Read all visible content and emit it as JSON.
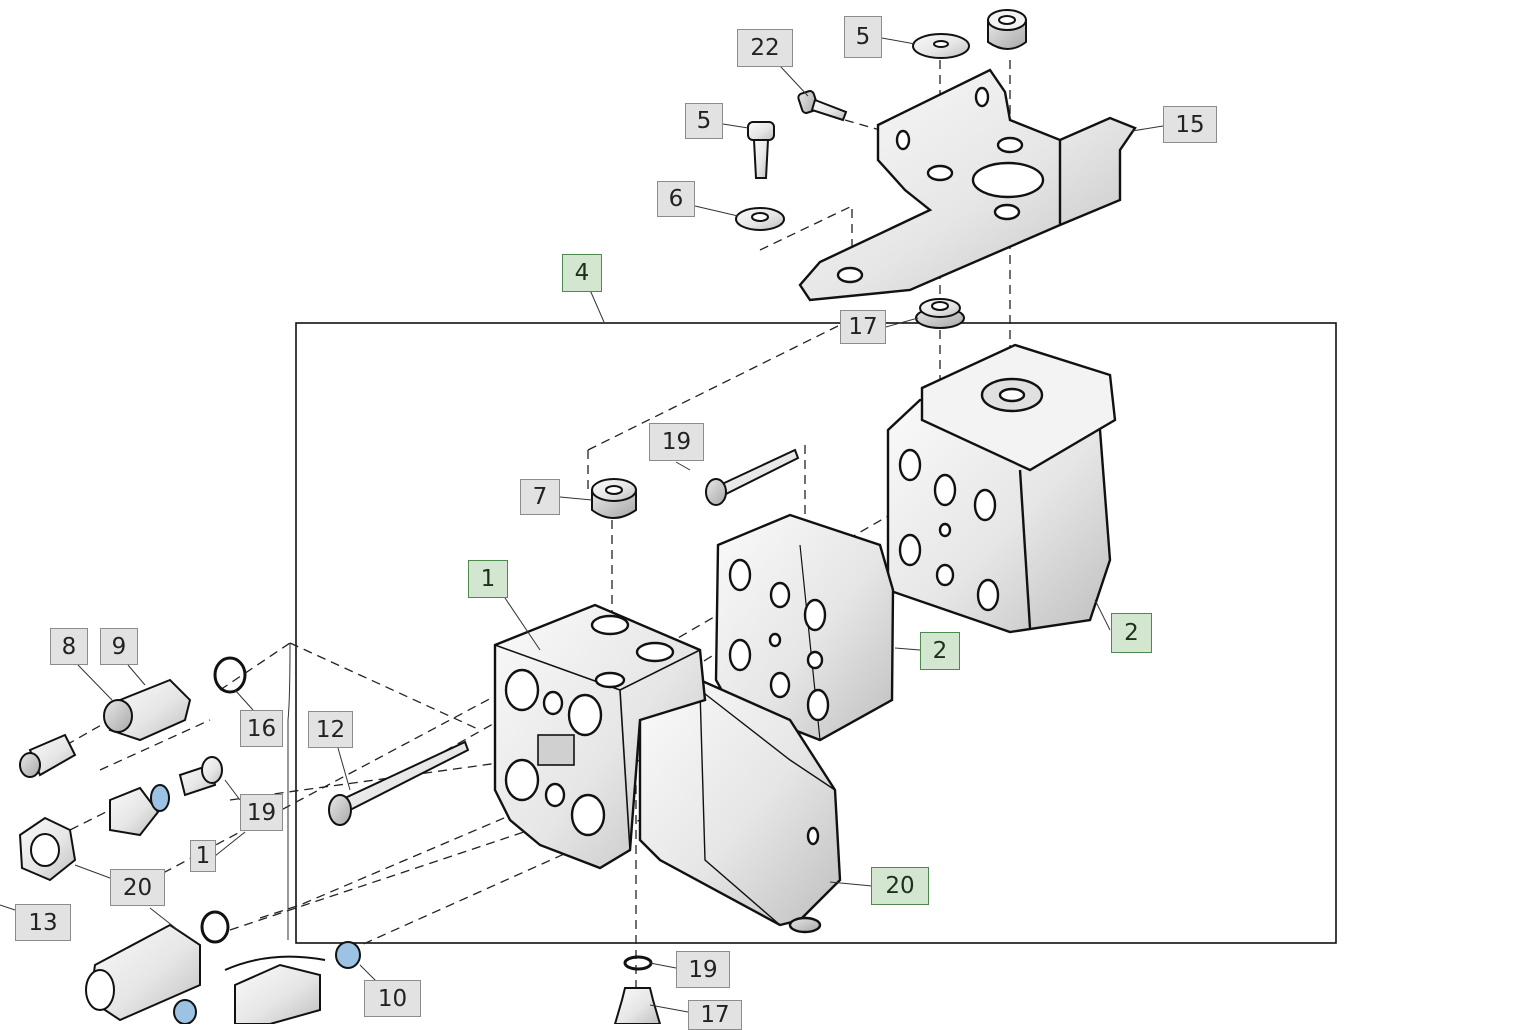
{
  "diagram": {
    "type": "exploded-parts-view",
    "subject": "Hydraulic valve block assembly with mounting bracket",
    "colors": {
      "callout_fill": "#e2e2e2",
      "callout_border": "#8c8c8c",
      "assembly_callout_fill": "#d3e6cf",
      "assembly_callout_border": "#4e8a4e",
      "seal_blue": "#9cc3e4",
      "metal_light": "#eeeeee",
      "outline": "#1a1a1a"
    },
    "assembly_group": {
      "label": "4",
      "description": "Boxed valve assembly group"
    },
    "callouts": [
      {
        "id": "c-22-top",
        "label": "22",
        "kind": "part",
        "points_to": "cap screw into bracket"
      },
      {
        "id": "c-5-top",
        "label": "5",
        "kind": "part",
        "points_to": "flat washer"
      },
      {
        "id": "c-5-left",
        "label": "5",
        "kind": "part",
        "points_to": "hex bolt"
      },
      {
        "id": "c-6",
        "label": "6",
        "kind": "part",
        "points_to": "washer"
      },
      {
        "id": "c-15",
        "label": "15",
        "kind": "part",
        "points_to": "mounting bracket"
      },
      {
        "id": "c-4",
        "label": "4",
        "kind": "assembly",
        "points_to": "assembly group frame"
      },
      {
        "id": "c-17-top",
        "label": "17",
        "kind": "part",
        "points_to": "grommet"
      },
      {
        "id": "c-19-mid",
        "label": "19",
        "kind": "part",
        "points_to": "socket head screw"
      },
      {
        "id": "c-7",
        "label": "7",
        "kind": "part",
        "points_to": "plug"
      },
      {
        "id": "c-1",
        "label": "1",
        "kind": "assembly",
        "points_to": "valve body"
      },
      {
        "id": "c-2-mid",
        "label": "2",
        "kind": "assembly",
        "points_to": "spacer plate"
      },
      {
        "id": "c-2-right",
        "label": "2",
        "kind": "assembly",
        "points_to": "end valve section"
      },
      {
        "id": "c-20-right",
        "label": "20",
        "kind": "assembly",
        "points_to": "solenoid actuator"
      },
      {
        "id": "c-8",
        "label": "8",
        "kind": "part",
        "points_to": "fitting"
      },
      {
        "id": "c-9",
        "label": "9",
        "kind": "part",
        "points_to": "adapter"
      },
      {
        "id": "c-16",
        "label": "16",
        "kind": "part",
        "points_to": "o-ring"
      },
      {
        "id": "c-12",
        "label": "12",
        "kind": "part",
        "points_to": "long cap screw"
      },
      {
        "id": "c-19-left",
        "label": "19",
        "kind": "part",
        "points_to": "banjo bolt"
      },
      {
        "id": "c-1-small",
        "label": "1",
        "kind": "part",
        "points_to": "fitting"
      },
      {
        "id": "c-20-left",
        "label": "20",
        "kind": "part",
        "points_to": "hex nut"
      },
      {
        "id": "c-13",
        "label": "13",
        "kind": "part",
        "points_to": "fitting"
      },
      {
        "id": "c-10",
        "label": "10",
        "kind": "part",
        "points_to": "cap"
      },
      {
        "id": "c-19-bottom",
        "label": "19",
        "kind": "part",
        "points_to": "washer"
      },
      {
        "id": "c-17-bottom",
        "label": "17",
        "kind": "part",
        "points_to": "fitting"
      }
    ]
  }
}
